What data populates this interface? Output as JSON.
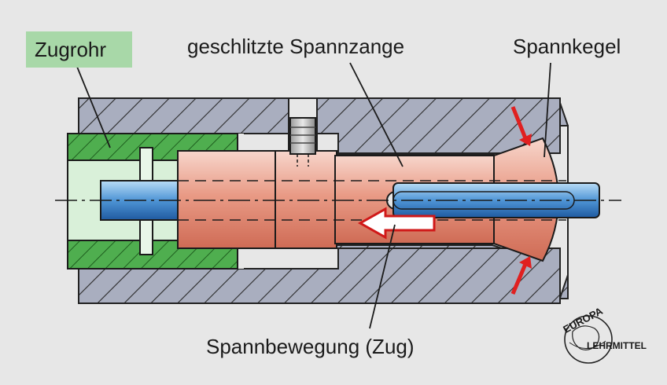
{
  "labels": {
    "zugrohr": "Zugrohr",
    "spannzange": "geschlitzte Spannzange",
    "spannkegel": "Spannkegel",
    "spannbewegung": "Spannbewegung (Zug)"
  },
  "logo": {
    "top": "EUROPA",
    "bottom": "LEHRMITTEL"
  },
  "colors": {
    "background": "#e7e7e7",
    "housing": "#a9aebf",
    "zugrohr_section": "#4fae4f",
    "zugrohr_label_bg": "#a8d8a8",
    "collet": "#e89a86",
    "rod": "#4f95d6",
    "arrow": "#e02020"
  }
}
